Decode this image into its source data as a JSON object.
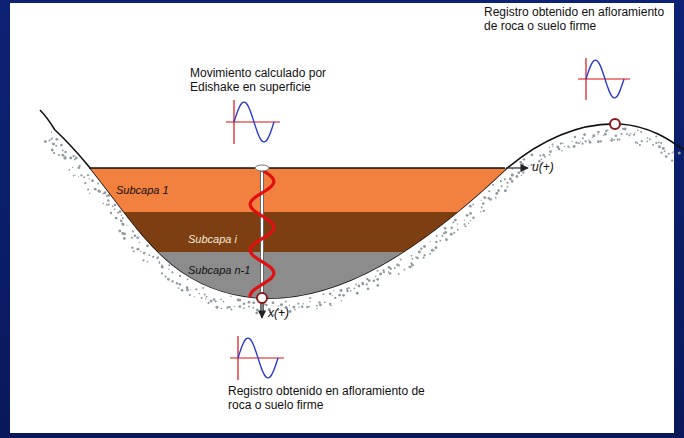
{
  "diagram": {
    "nodes": [
      {
        "text": [
          "Subcapa 1"
        ]
      },
      {
        "text": [
          "Subcapa i"
        ]
      },
      {
        "text": [
          "Subcapa n-1"
        ]
      }
    ],
    "labels": [
      "Movimiento calculado por Edishake en superficie",
      "Registro obtenido en afloramiento de roca o suelo firme",
      "Registro obtenido en afloramiento de roca o suelo firme",
      "u(+)",
      "x(+)"
    ]
  }
}
